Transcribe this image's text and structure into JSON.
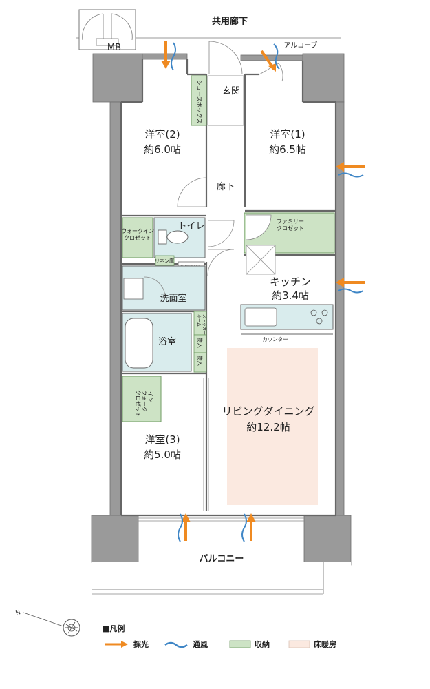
{
  "labels": {
    "corridor": "共用廊下",
    "mb": "MB",
    "alcove": "アルコーブ",
    "entrance": "玄関",
    "shoe_box": "シューズボックス",
    "hall": "廊下",
    "toilet": "トイレ",
    "walkin_closet_1": "ウォークイン",
    "walkin_closet_1b": "クロゼット",
    "linen": "リネン庫",
    "washer": "洗濯機置場",
    "washroom": "洗面室",
    "bath": "浴室",
    "home_stocker_1": "ホーム",
    "home_stocker_2": "ストッカー",
    "storage_1": "物入",
    "storage_2": "物入",
    "family_closet_1": "ファミリー",
    "family_closet_2": "クロゼット",
    "kitchen": "キッチン",
    "kitchen_size": "約3.4帖",
    "counter": "カウンター",
    "walkin_closet_2a": "ウォーク",
    "walkin_closet_2b": "イン",
    "walkin_closet_2c": "クロゼット",
    "balcony": "バルコニー"
  },
  "rooms": {
    "western2_name": "洋室(2)",
    "western2_size": "約6.0帖",
    "western1_name": "洋室(1)",
    "western1_size": "約6.5帖",
    "western3_name": "洋室(3)",
    "western3_size": "約5.0帖",
    "living_name": "リビングダイニング",
    "living_size": "約12.2帖"
  },
  "legend": {
    "title": "■凡例",
    "light": "採光",
    "wind": "通風",
    "storage": "収納",
    "floor_heating": "床暖房"
  },
  "colors": {
    "wall": "#9a9a9a",
    "storage": "#cde3c5",
    "storage_stroke": "#6f9b62",
    "wet_area": "#d9eced",
    "floor_heating": "#fbe9e0",
    "light_arrow": "#ef8a21",
    "wind": "#3f86c6"
  },
  "icons": {
    "north": "north-arrow-icon",
    "light": "light-arrow-icon",
    "wind": "wind-wave-icon",
    "stove": "stove-icon"
  }
}
